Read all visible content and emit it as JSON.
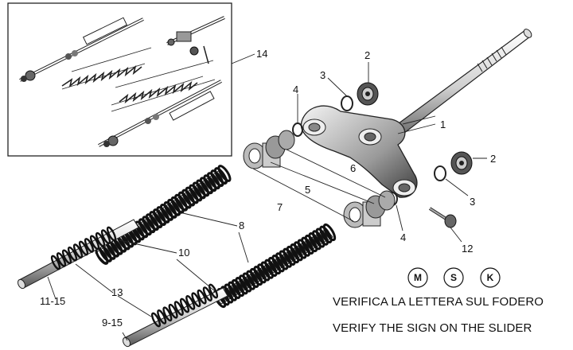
{
  "callouts": {
    "c1": "1",
    "c2a": "2",
    "c2b": "2",
    "c3a": "3",
    "c3b": "3",
    "c4a": "4",
    "c4b": "4",
    "c5": "5",
    "c6": "6",
    "c7": "7",
    "c8": "8",
    "c10": "10",
    "c11_15": "11-15",
    "c12": "12",
    "c13": "13",
    "c9_15": "9-15",
    "c14": "14"
  },
  "badges": [
    "M",
    "S",
    "K"
  ],
  "notes": {
    "italian": "VERIFICA LA LETTERA SUL FODERO",
    "english": "VERIFY THE SIGN ON THE SLIDER"
  }
}
